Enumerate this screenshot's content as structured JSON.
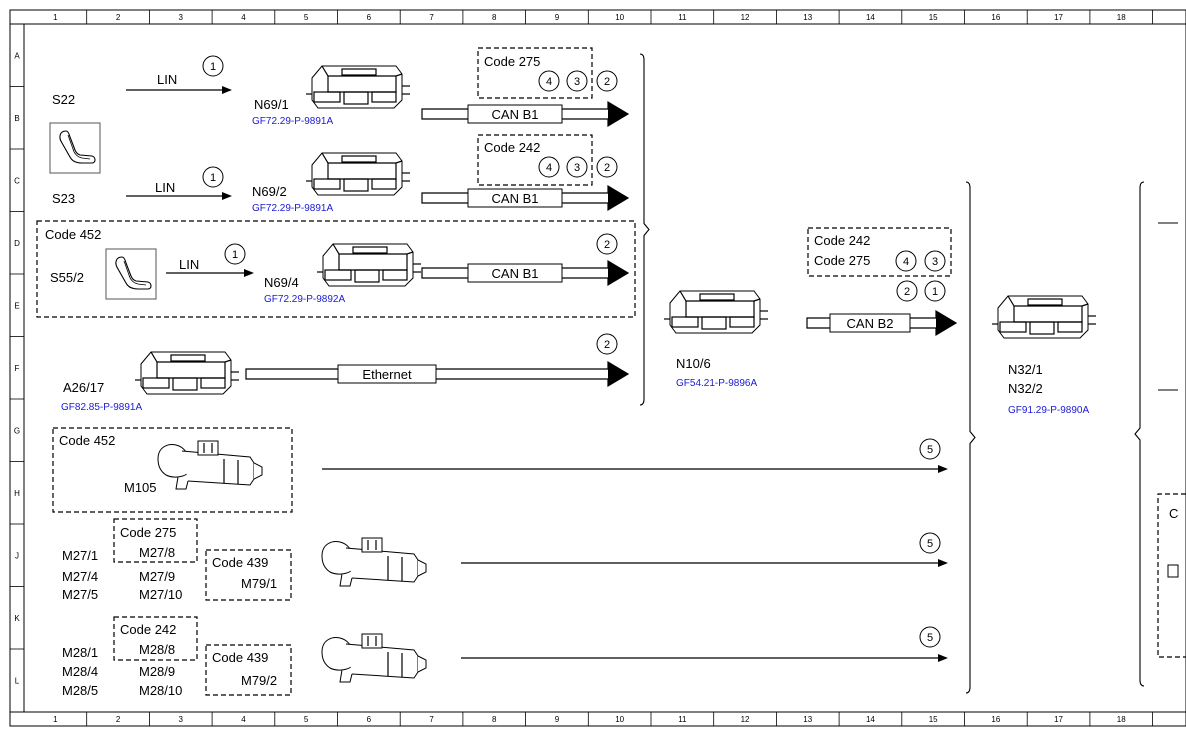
{
  "grid": {
    "columns": [
      "1",
      "2",
      "3",
      "4",
      "5",
      "6",
      "7",
      "8",
      "9",
      "10",
      "11",
      "12",
      "13",
      "14",
      "15",
      "16",
      "17",
      "18"
    ],
    "rows": [
      "A",
      "B",
      "C",
      "D",
      "E",
      "F",
      "G",
      "H",
      "J",
      "K",
      "L"
    ]
  },
  "labels": {
    "lin": "LIN",
    "can_b1": "CAN B1",
    "can_b2": "CAN B2",
    "ethernet": "Ethernet"
  },
  "components": {
    "s22": "S22",
    "s23": "S23",
    "s55_2": "S55/2",
    "n69_1": "N69/1",
    "n69_1_ref": "GF72.29-P-9891A",
    "n69_2": "N69/2",
    "n69_2_ref": "GF72.29-P-9891A",
    "n69_4": "N69/4",
    "n69_4_ref": "GF72.29-P-9892A",
    "a26_17": "A26/17",
    "a26_17_ref": "GF82.85-P-9891A",
    "n10_6": "N10/6",
    "n10_6_ref": "GF54.21-P-9896A",
    "n32_1": "N32/1",
    "n32_2": "N32/2",
    "n32_ref": "GF91.29-P-9890A",
    "m105": "M105",
    "m27_1": "M27/1",
    "m27_4": "M27/4",
    "m27_5": "M27/5",
    "m27_8": "M27/8",
    "m27_9": "M27/9",
    "m27_10": "M27/10",
    "m79_1": "M79/1",
    "m28_1": "M28/1",
    "m28_4": "M28/4",
    "m28_5": "M28/5",
    "m28_8": "M28/8",
    "m28_9": "M28/9",
    "m28_10": "M28/10",
    "m79_2": "M79/2"
  },
  "codes": {
    "c275": "Code 275",
    "c242": "Code 242",
    "c452": "Code 452",
    "c439": "Code 439",
    "right_edge_partial": "C"
  },
  "markers": {
    "one": "1",
    "two": "2",
    "three": "3",
    "four": "4",
    "five": "5"
  }
}
